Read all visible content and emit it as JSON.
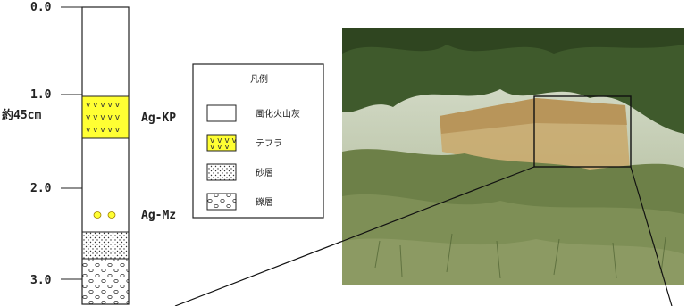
{
  "column": {
    "depth_ticks": [
      "0.0",
      "1.0",
      "2.0",
      "3.0"
    ],
    "thickness_label": "約45cm",
    "tephra_labels": [
      "Ag-KP",
      "Ag-Mz"
    ]
  },
  "legend": {
    "title": "凡例",
    "items": [
      {
        "key": "weathered-ash",
        "label": "風化火山灰"
      },
      {
        "key": "tephra",
        "label": "テフラ"
      },
      {
        "key": "sand",
        "label": "砂層"
      },
      {
        "key": "gravel",
        "label": "礫層"
      }
    ]
  },
  "colors": {
    "tephra": "#ffff33",
    "outline": "#222222",
    "photo_vegetation": "#5b6e3e",
    "photo_soil": "#c9a86a"
  },
  "photo": {
    "description_icon": "outcrop-photo"
  }
}
